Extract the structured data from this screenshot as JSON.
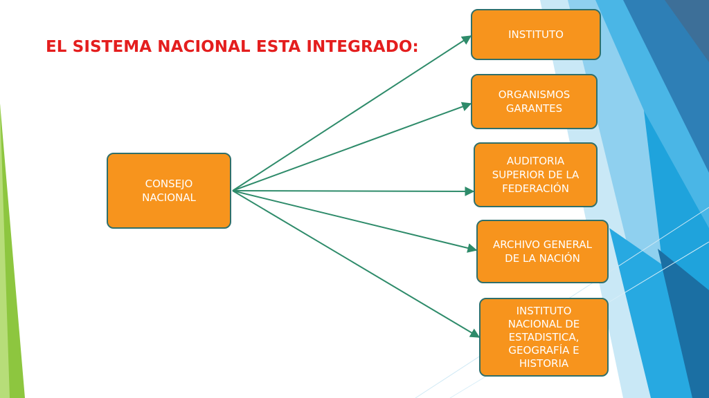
{
  "title": "EL SISTEMA NACIONAL ESTA INTEGRADO:",
  "source": {
    "label": "CONSEJO\nNACIONAL"
  },
  "targets": [
    {
      "label": "INSTITUTO"
    },
    {
      "label": "ORGANISMOS\nGARANTES"
    },
    {
      "label": "AUDITORIA\nSUPERIOR DE LA\nFEDERACIÓN"
    },
    {
      "label": "ARCHIVO GENERAL\nDE LA NACIÓN"
    },
    {
      "label": "INSTITUTO\nNACIONAL DE\nESTADISTICA,\nGEOGRAFÍA E\nHISTORIA"
    }
  ],
  "colors": {
    "title": "#e41e1e",
    "node_fill": "#f7941d",
    "node_border": "#2f6f6b",
    "node_text": "#ffffff",
    "connector": "#2e8b6a",
    "accent_blue": "#1fa3dc",
    "accent_green": "#8dc63f"
  }
}
